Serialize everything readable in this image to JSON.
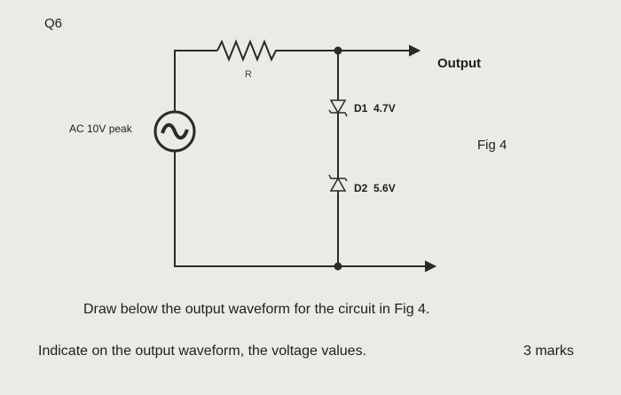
{
  "question_number": "Q6",
  "circuit": {
    "resistor_label": "R",
    "output_label": "Output",
    "source_label": "AC 10V peak",
    "d1_label": "D1  4.7V",
    "d2_label": "D2  5.6V",
    "figure_label": "Fig 4"
  },
  "instructions": {
    "line1": "Draw below the output waveform for the circuit in Fig 4.",
    "line2": "Indicate on the output waveform, the voltage values.",
    "marks": "3 marks"
  }
}
